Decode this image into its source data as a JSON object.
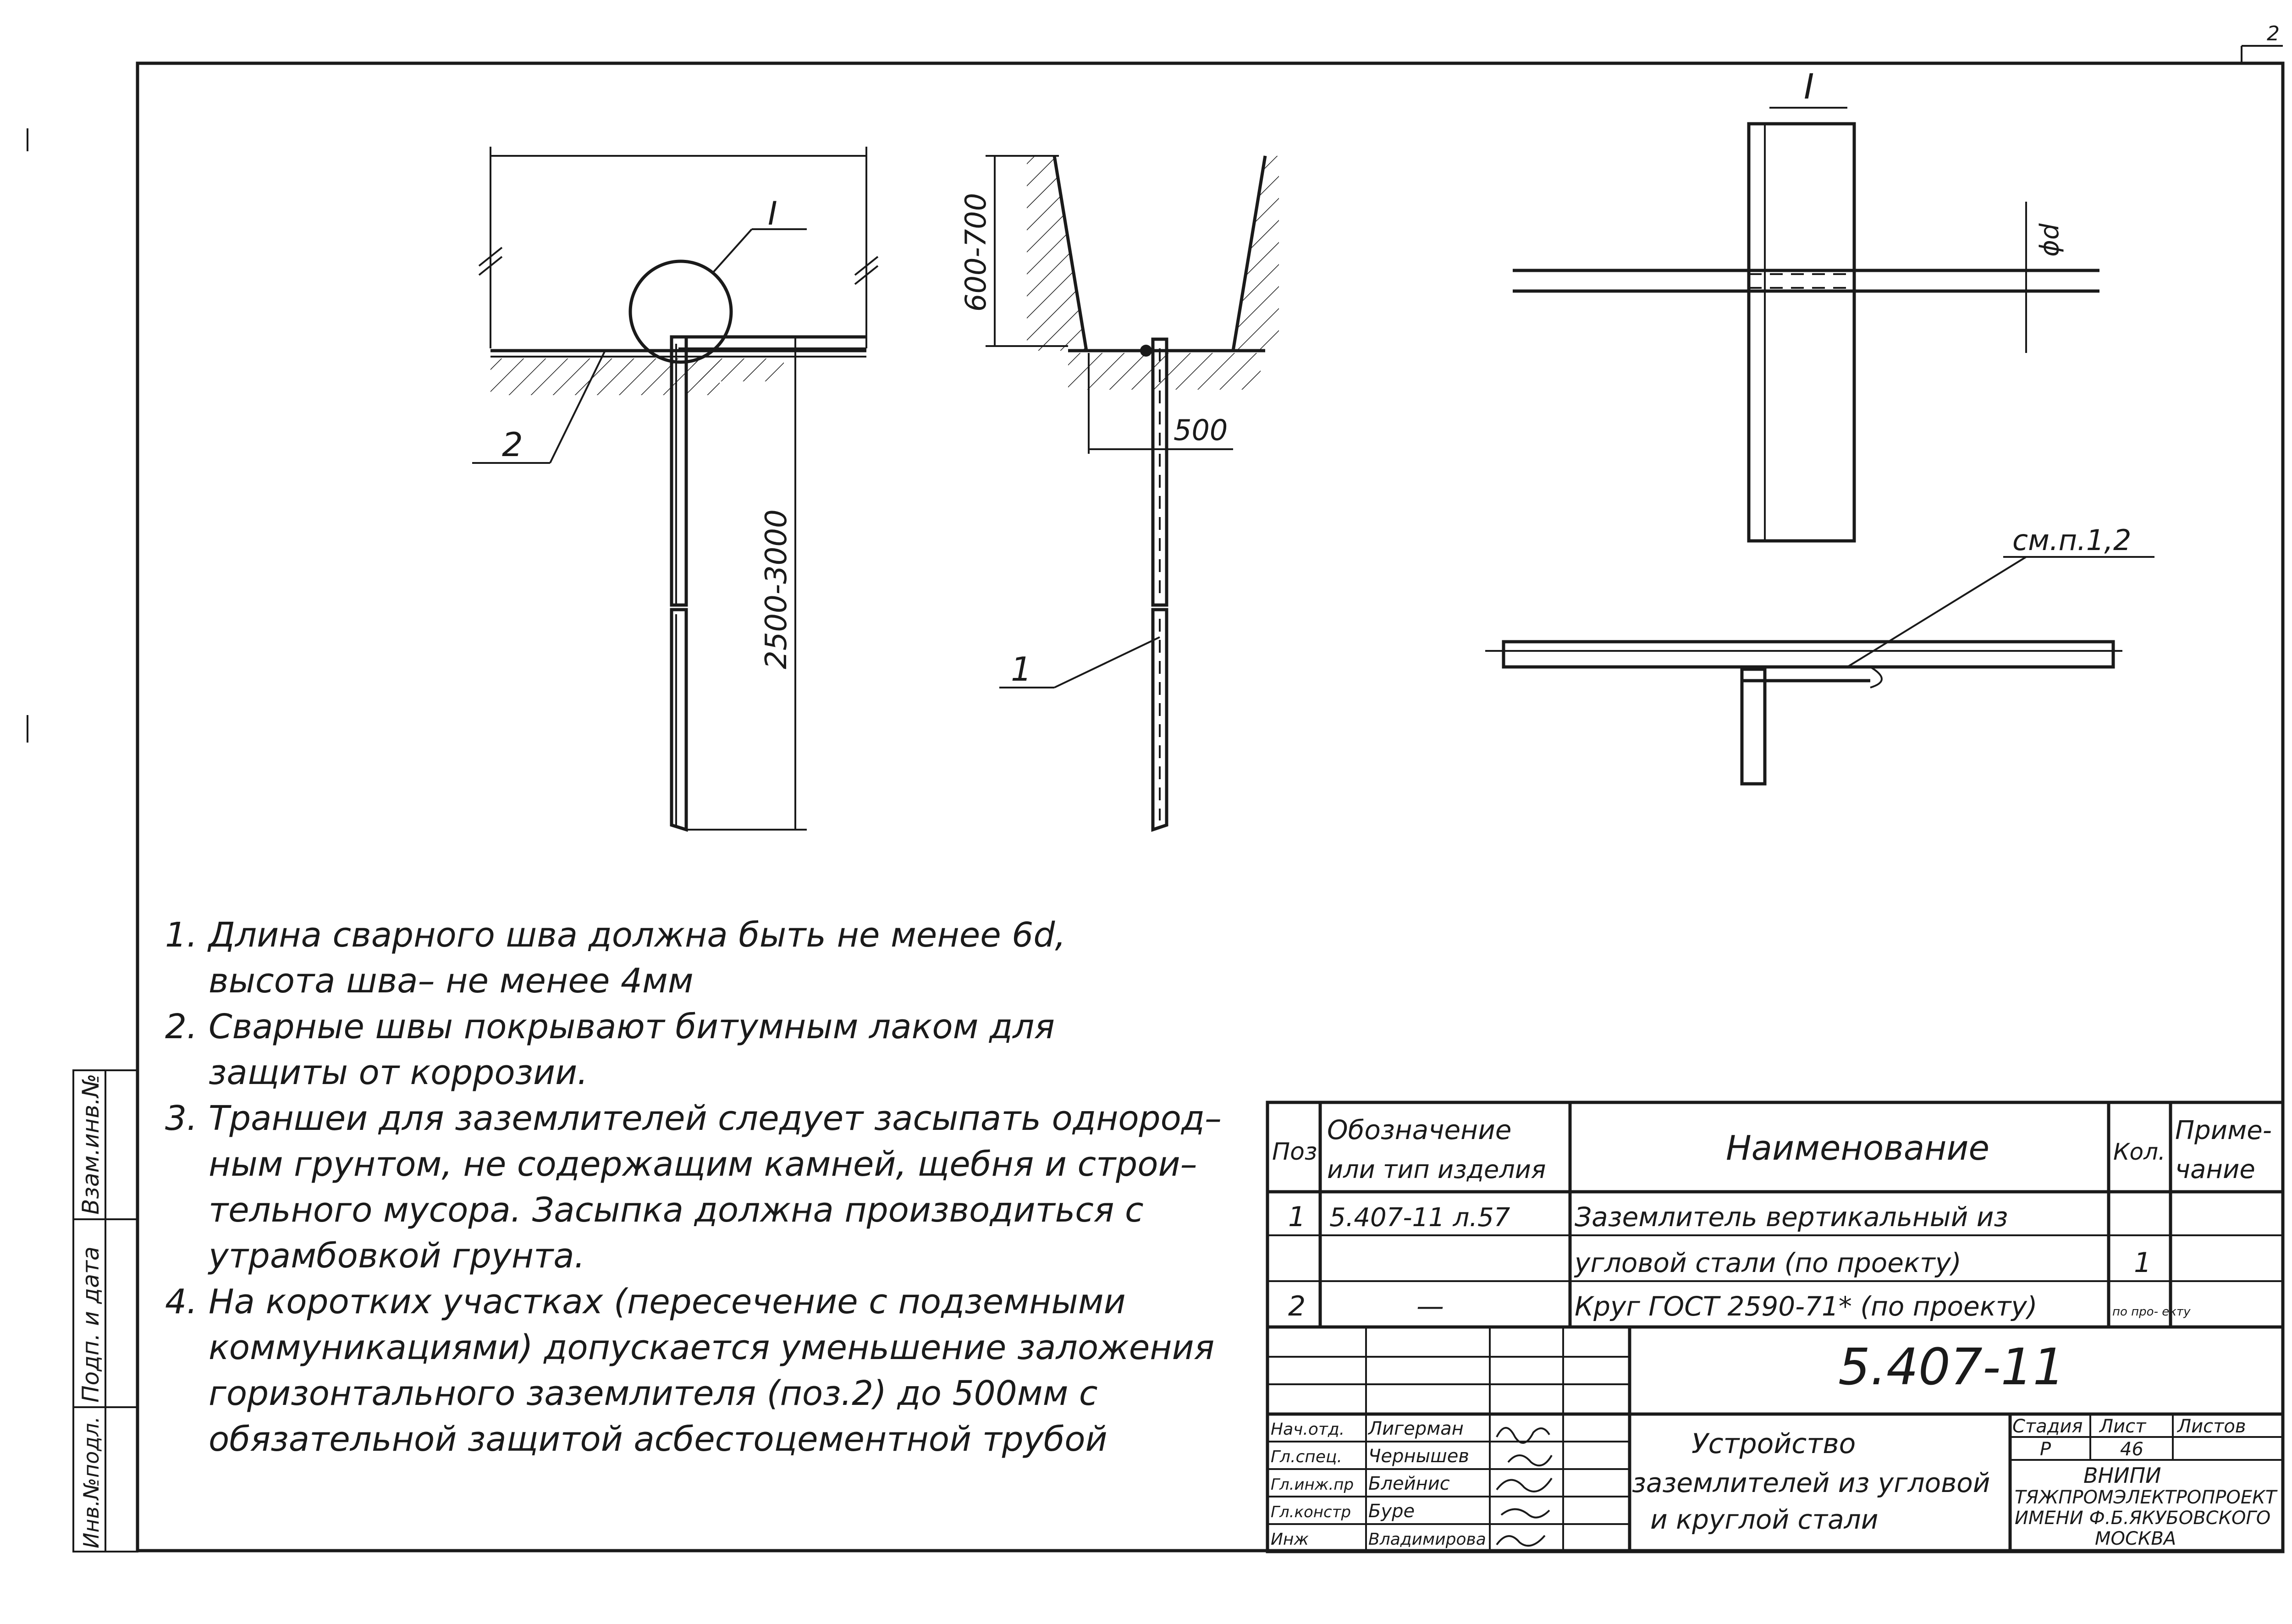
{
  "sheet": {
    "corner_mark": "2",
    "side_stamp": [
      "Взам.инв.№",
      "Подп. и дата",
      "Инв.№подл."
    ]
  },
  "drawing": {
    "callout_i": "I",
    "detail_i_title": "I",
    "pos_1": "1",
    "pos_2": "2",
    "dim_depth": "600-700",
    "dim_length": "2500-3000",
    "dim_offset": "500",
    "dim_diameter": "ϕd",
    "weld_ref": "см.п.1,2"
  },
  "notes": [
    {
      "num": "1.",
      "lines": [
        "Длина сварного шва должна быть не менее 6d,",
        "высота шва– не менее 4мм"
      ]
    },
    {
      "num": "2.",
      "lines": [
        "Сварные швы покрывают битумным лаком для",
        "защиты от коррозии."
      ]
    },
    {
      "num": "3.",
      "lines": [
        "Траншеи для заземлителей следует засыпать однород–",
        "ным грунтом, не содержащим камней, щебня и строи–",
        "тельного мусора. Засыпка должна производиться с",
        "утрамбовкой грунта."
      ]
    },
    {
      "num": "4.",
      "lines": [
        "На коротких участках (пересечение с подземными",
        "коммуникациями) допускается уменьшение заложения",
        "горизонтального заземлителя (поз.2) до 500мм с",
        "обязательной защитой асбестоцементной трубой"
      ]
    }
  ],
  "spec": {
    "headers": {
      "pos": "Поз.",
      "designation": [
        "Обозначение",
        "или тип изделия"
      ],
      "name": "Наименование",
      "qty": "Кол.",
      "note": [
        "Приме-",
        "чание"
      ]
    },
    "rows": [
      {
        "pos": "1",
        "designation": "5.407-11 л.57",
        "name": "Заземлитель вертикальный из",
        "qty": "",
        "note": ""
      },
      {
        "pos": "",
        "designation": "",
        "name": "угловой стали (по проекту)",
        "qty": "1",
        "note": ""
      },
      {
        "pos": "2",
        "designation": "—",
        "name": "Круг ГОСТ 2590-71* (по проекту)",
        "qty": "по про- екту",
        "note": ""
      }
    ]
  },
  "title_block": {
    "doc_number": "5.407-11",
    "title": [
      "Устройство",
      "заземлителей из угловой",
      "и круглой стали"
    ],
    "stage_label": "Стадия",
    "sheet_label": "Лист",
    "sheets_label": "Листов",
    "stage": "Р",
    "sheet": "46",
    "sheets": "",
    "org": [
      "ВНИПИ",
      "ТЯЖПРОМЭЛЕКТРОПРОЕКТ",
      "ИМЕНИ Ф.Б.ЯКУБОВСКОГО",
      "МОСКВА"
    ],
    "people": [
      {
        "role": "Нач.отд.",
        "name": "Лигерман"
      },
      {
        "role": "Гл.спец.",
        "name": "Чернышев"
      },
      {
        "role": "Гл.инж.пр",
        "name": "Блейнис"
      },
      {
        "role": "Гл.констр",
        "name": "Буре"
      },
      {
        "role": "Инж",
        "name": "Владимирова"
      }
    ]
  }
}
